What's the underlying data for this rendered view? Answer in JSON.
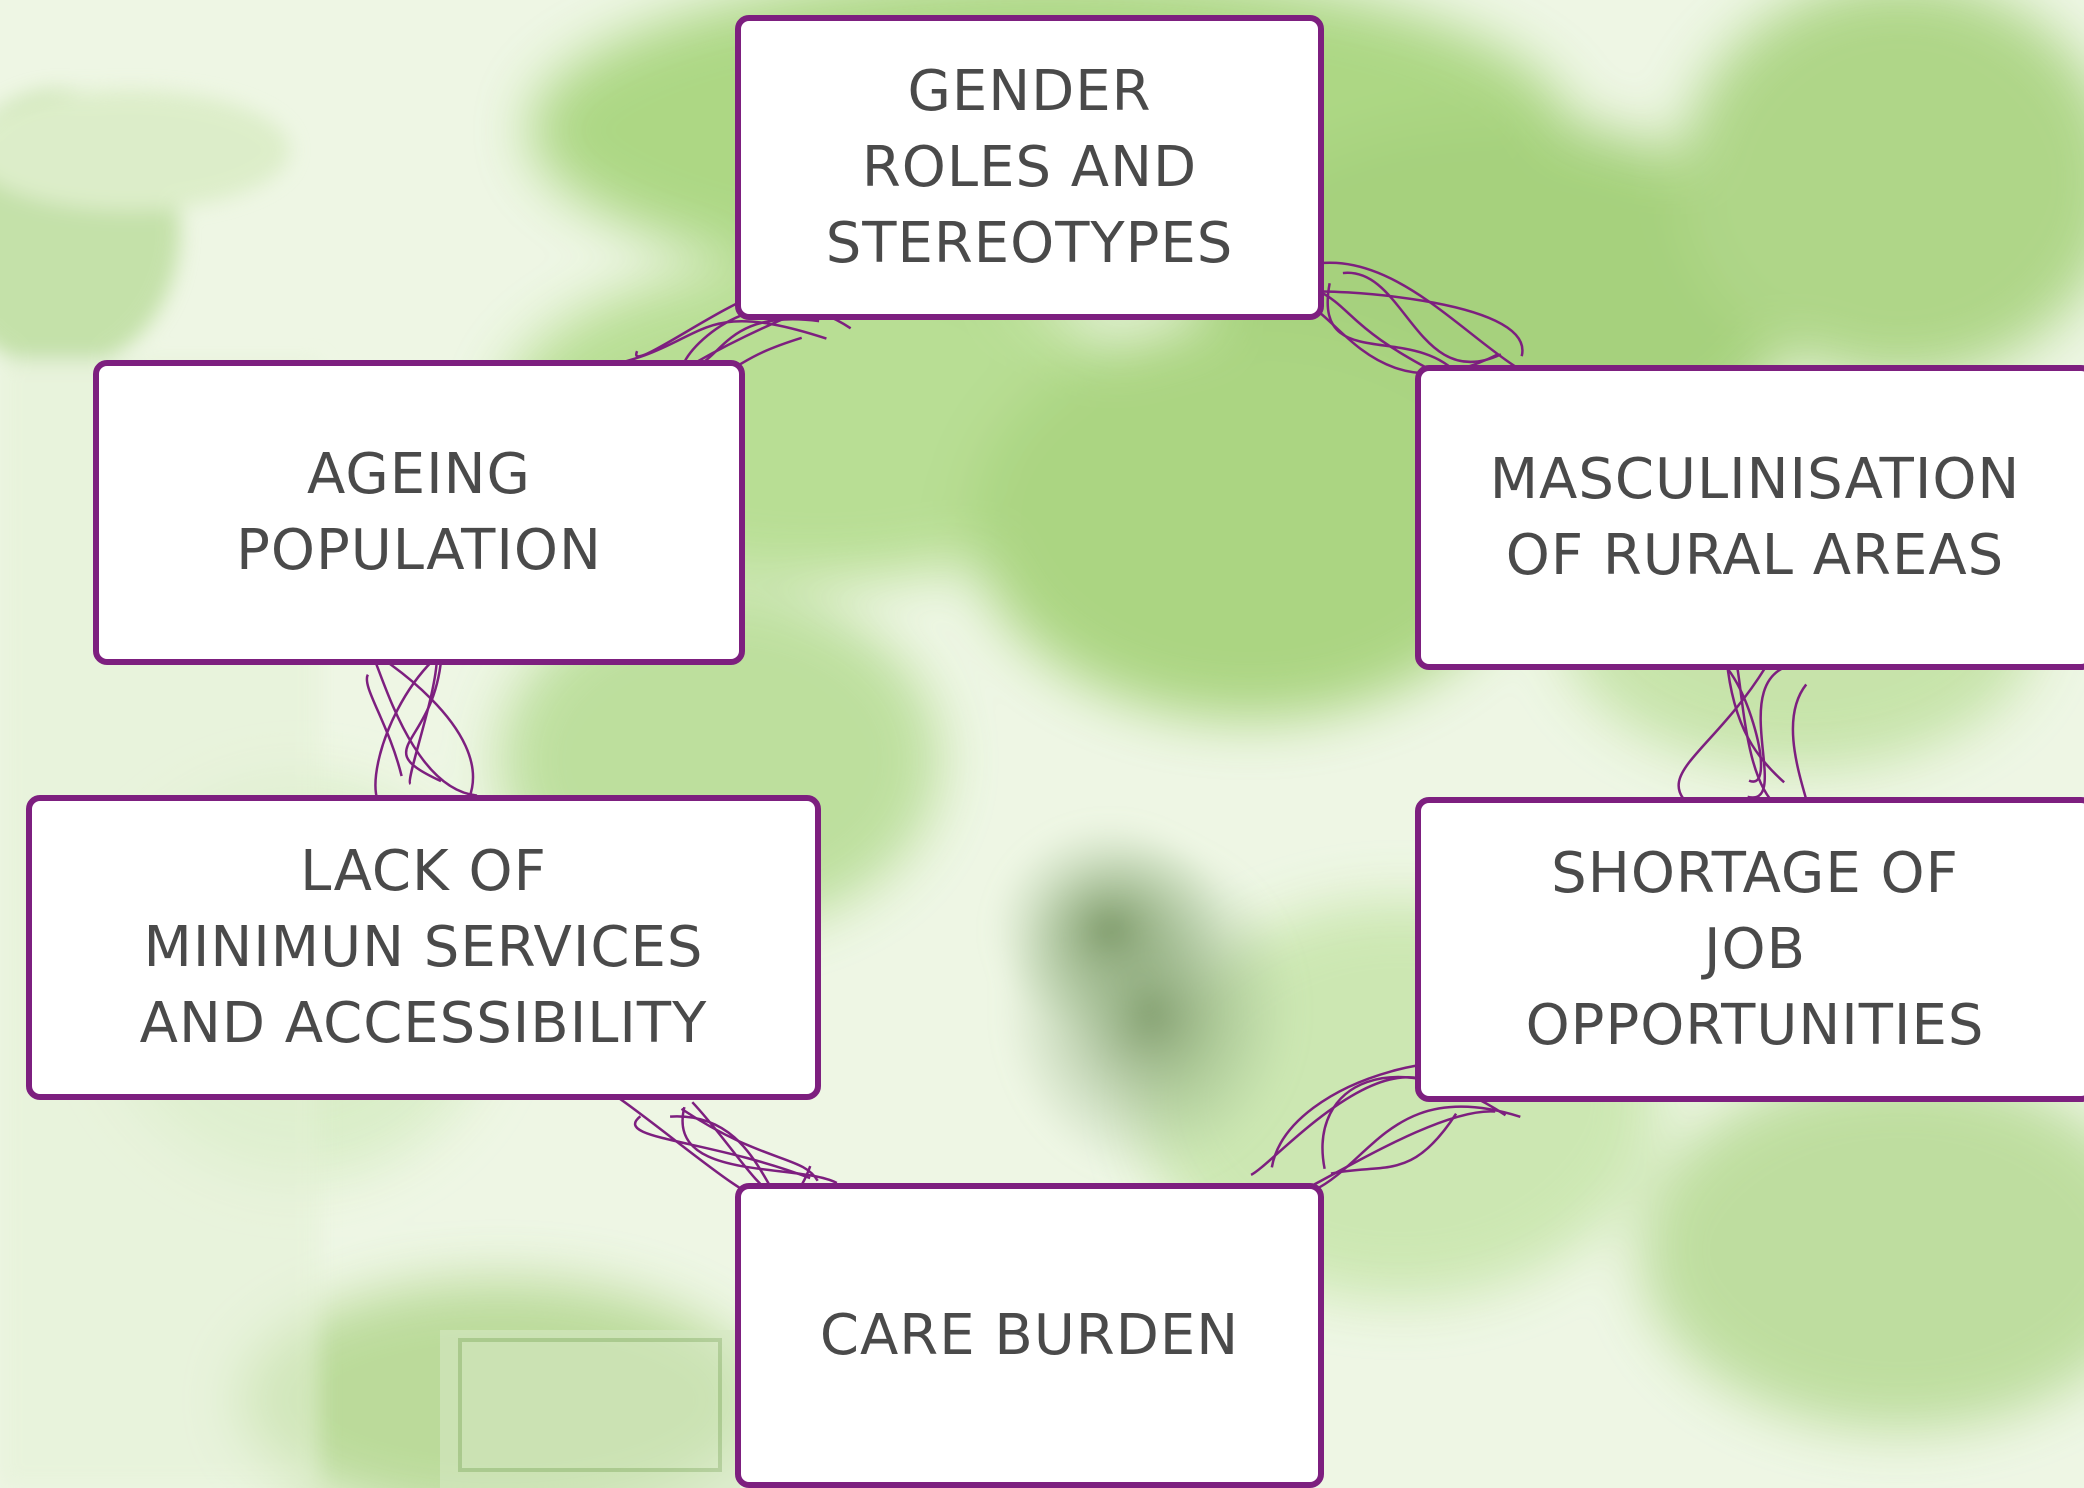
{
  "colors": {
    "accent": "#7d1f7f",
    "text": "#4a4a4a",
    "box_fill": "#ffffff",
    "background_light": "#eef6e4",
    "background_green": "#9dcf6e"
  },
  "background": {
    "description_icon": "photo-of-beekeeper-in-green-field"
  },
  "diagram": {
    "nodes": [
      {
        "id": "gender-roles",
        "label": "GENDER\nROLES AND\nSTEREOTYPES"
      },
      {
        "id": "masculinisation",
        "label": "MASCULINISATION\nOF RURAL AREAS"
      },
      {
        "id": "job-shortage",
        "label": "SHORTAGE OF\nJOB\nOPPORTUNITIES"
      },
      {
        "id": "care-burden",
        "label": "CARE BURDEN"
      },
      {
        "id": "lack-services",
        "label": "LACK OF\nMINIMUN SERVICES\nAND ACCESSIBILITY"
      },
      {
        "id": "ageing",
        "label": "AGEING\nPOPULATION"
      }
    ],
    "connections": [
      [
        "gender-roles",
        "masculinisation"
      ],
      [
        "masculinisation",
        "job-shortage"
      ],
      [
        "job-shortage",
        "care-burden"
      ],
      [
        "care-burden",
        "lack-services"
      ],
      [
        "lack-services",
        "ageing"
      ],
      [
        "ageing",
        "gender-roles"
      ]
    ]
  }
}
